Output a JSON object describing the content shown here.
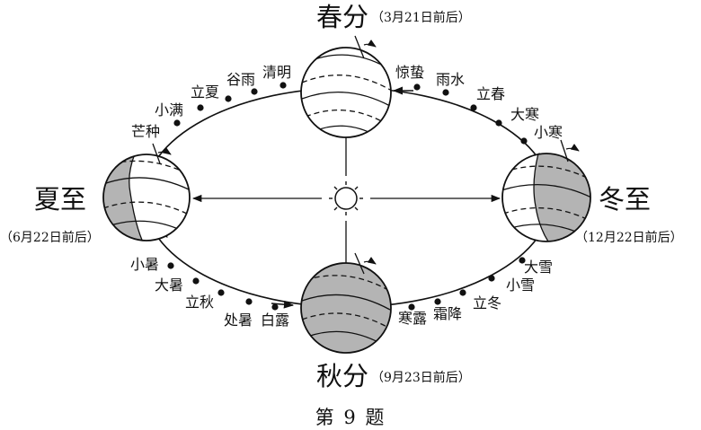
{
  "seasons": {
    "spring_equinox": {
      "name": "春分",
      "date": "（3月21日前后）"
    },
    "summer_solstice": {
      "name": "夏至",
      "date": "（6月22日前后）"
    },
    "autumn_equinox": {
      "name": "秋分",
      "date": "（9月23日前后）"
    },
    "winter_solstice": {
      "name": "冬至",
      "date": "（12月22日前后）"
    }
  },
  "solar_terms": {
    "after_winter": [
      "小寒",
      "大寒",
      "立春",
      "雨水",
      "惊蛰"
    ],
    "after_spring": [
      "清明",
      "谷雨",
      "立夏",
      "小满",
      "芒种"
    ],
    "after_summer": [
      "小暑",
      "大暑",
      "立秋",
      "处暑",
      "白露"
    ],
    "after_autumn": [
      "寒露",
      "霜降",
      "立冬",
      "小雪",
      "大雪"
    ]
  },
  "caption": "第 9 题",
  "colors": {
    "ink": "#111111",
    "shade": "#b4b4b4",
    "paper": "#ffffff"
  }
}
